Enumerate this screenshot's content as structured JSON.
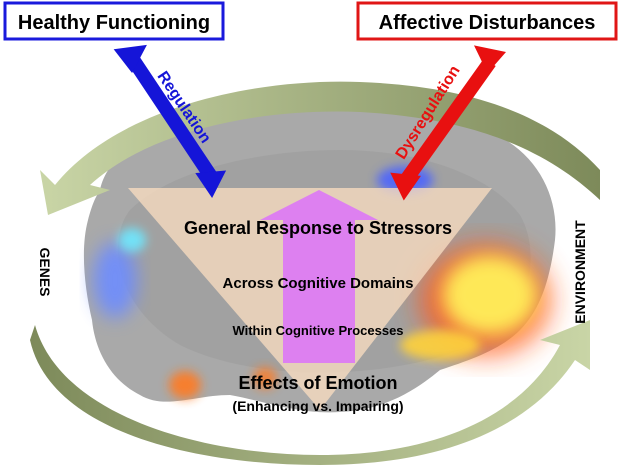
{
  "boxes": {
    "healthy": {
      "label": "Healthy Functioning",
      "color": "#1a1adc"
    },
    "affective": {
      "label": "Affective Disturbances",
      "color": "#e01616"
    }
  },
  "arrows": {
    "regulation": {
      "label": "Regulation",
      "color": "#1515d8"
    },
    "dysregulation": {
      "label": "Dysregulation",
      "color": "#e81010"
    },
    "center_color": "#dd80f0"
  },
  "funnel": {
    "level1": "General Response to Stressors",
    "level2": "Across Cognitive Domains",
    "level3": "Within Cognitive Processes",
    "level4": "Effects of Emotion",
    "level5": "(Enhancing vs. Impairing)"
  },
  "side_labels": {
    "genes": "GENES",
    "environment": "ENVIRONMENT"
  },
  "colors": {
    "cycle_arrow": "#9aa872",
    "brain": "#a9a9a9",
    "funnel_fill": "#f8ddc0"
  }
}
